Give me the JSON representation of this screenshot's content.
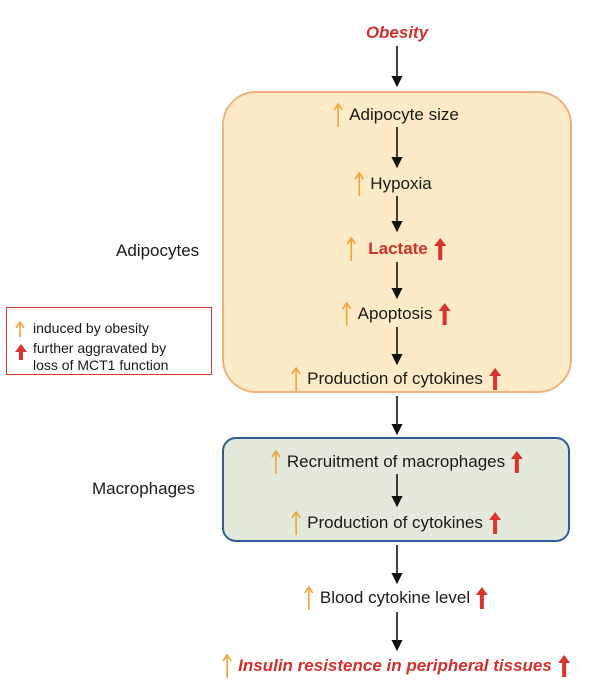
{
  "colors": {
    "orange_arrow": "#f0a43c",
    "red_arrow": "#d8332c",
    "adipocyte_fill": "#fdeac6",
    "adipocyte_border": "#efb17d",
    "macrophage_fill": "#e4eadb",
    "macrophage_border": "#2f5e96",
    "legend_border": "#d23a33",
    "highlight_text": "#d0312d"
  },
  "title": "Obesity",
  "groups": {
    "adipocytes": "Adipocytes",
    "macrophages": "Macrophages"
  },
  "nodes": {
    "adipocyte_size": "Adipocyte size",
    "hypoxia": "Hypoxia",
    "lactate": "Lactate",
    "apoptosis": "Apoptosis",
    "cytokines_adipo": "Production of cytokines",
    "recruitment": "Recruitment of macrophages",
    "cytokines_macro": "Production of cytokines",
    "blood_cytokine": "Blood cytokine level",
    "insulin": "Insulin resistence in peripheral tissues"
  },
  "legend": {
    "induced": "induced by obesity",
    "aggravated_line1": "further aggravated by",
    "aggravated_line2": "loss of MCT1 function"
  },
  "icons": {
    "orange": "orange-thin-up-arrow-icon",
    "red": "red-bold-up-arrow-icon"
  }
}
